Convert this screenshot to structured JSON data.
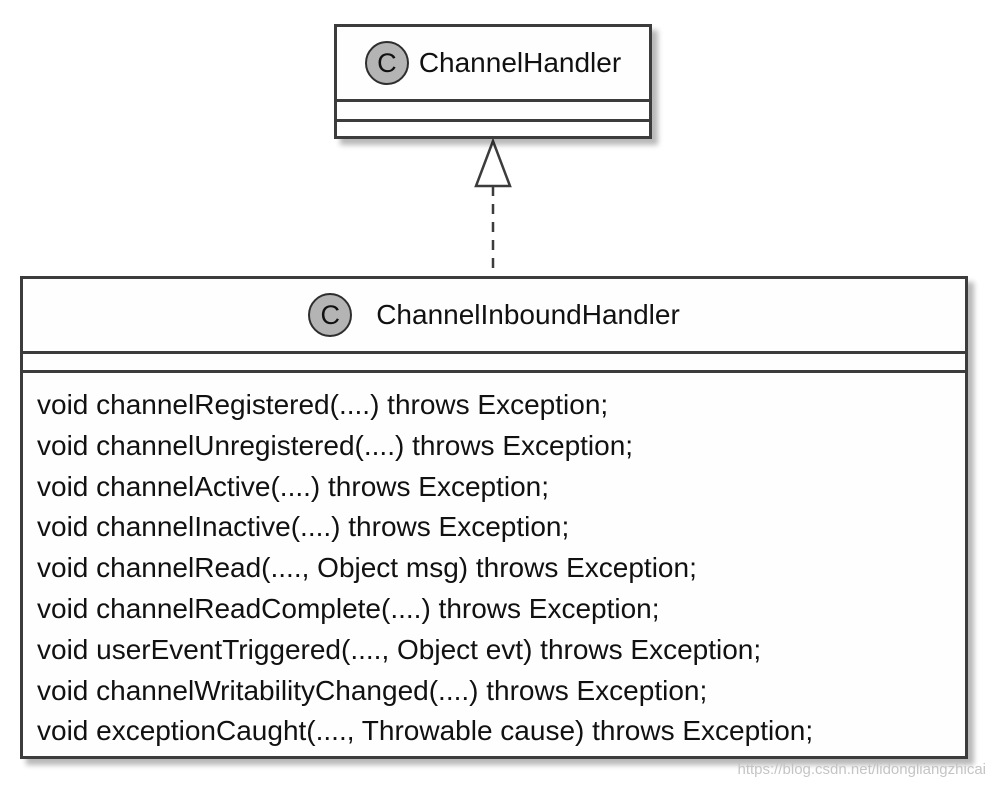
{
  "diagram": {
    "parent_class": {
      "stereotype": "C",
      "name": "ChannelHandler"
    },
    "child_class": {
      "stereotype": "C",
      "name": "ChannelInboundHandler",
      "methods": [
        "void channelRegistered(....) throws Exception;",
        "void channelUnregistered(....) throws Exception;",
        "void channelActive(....) throws Exception;",
        "void channelInactive(....) throws Exception;",
        "void channelRead(...., Object msg) throws Exception;",
        "void channelReadComplete(....) throws Exception;",
        "void userEventTriggered(...., Object evt) throws Exception;",
        "void channelWritabilityChanged(....) throws Exception;",
        "void exceptionCaught(...., Throwable cause) throws Exception;"
      ]
    },
    "relation": {
      "type": "realization",
      "from": "ChannelInboundHandler",
      "to": "ChannelHandler",
      "line_color": "#3c3c3c"
    },
    "colors": {
      "box_border": "#3c3c3c",
      "box_fill": "#fefefe",
      "stereotype_circle": "#b4b4b4"
    }
  },
  "watermark": "https://blog.csdn.net/lidongliangzhicai"
}
